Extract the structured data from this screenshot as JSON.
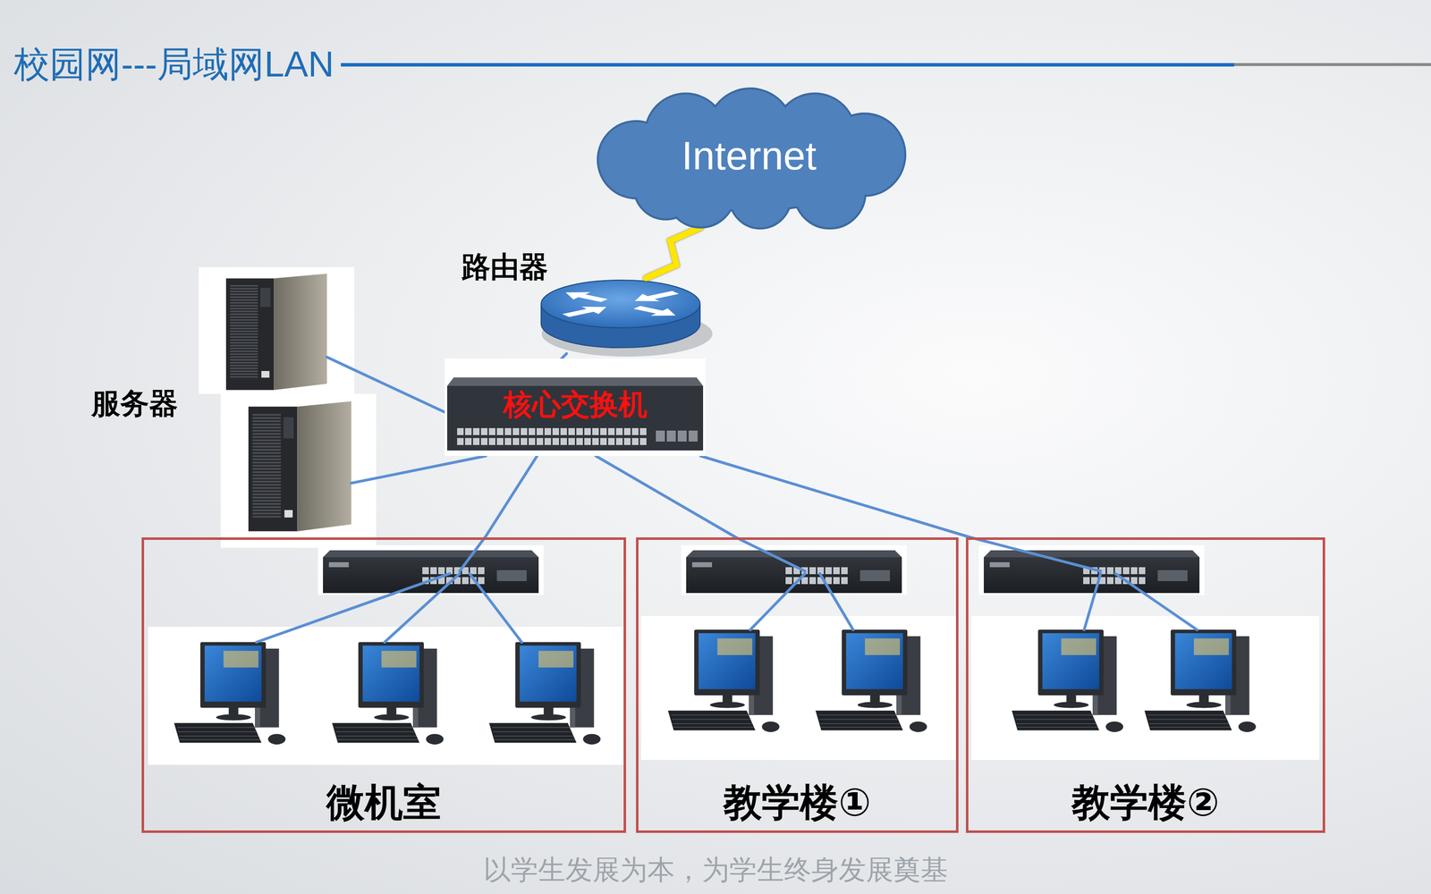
{
  "diagram": {
    "title": "校园网---局域网LAN",
    "nodes": [
      {
        "text": [
          "Internet"
        ]
      },
      {
        "text": [
          "路由器"
        ]
      },
      {
        "text": [
          "服务器"
        ]
      },
      {
        "text": [
          "核心交换机"
        ]
      },
      {
        "text": [
          "微机室"
        ]
      },
      {
        "text": [
          "教学楼①"
        ]
      },
      {
        "text": [
          "教学楼②"
        ]
      }
    ],
    "edges": [
      {
        "from": 1,
        "to": 0,
        "arrow": "none"
      },
      {
        "from": 3,
        "to": 1,
        "arrow": "none"
      },
      {
        "from": 2,
        "to": 3,
        "arrow": "none"
      },
      {
        "from": 2,
        "to": 3,
        "arrow": "none"
      },
      {
        "from": 3,
        "to": 4,
        "arrow": "none"
      },
      {
        "from": 3,
        "to": 5,
        "arrow": "none"
      },
      {
        "from": 3,
        "to": 6,
        "arrow": "none"
      }
    ],
    "labels": [
      "以学生发展为本，为学生终身发展奠基"
    ]
  }
}
